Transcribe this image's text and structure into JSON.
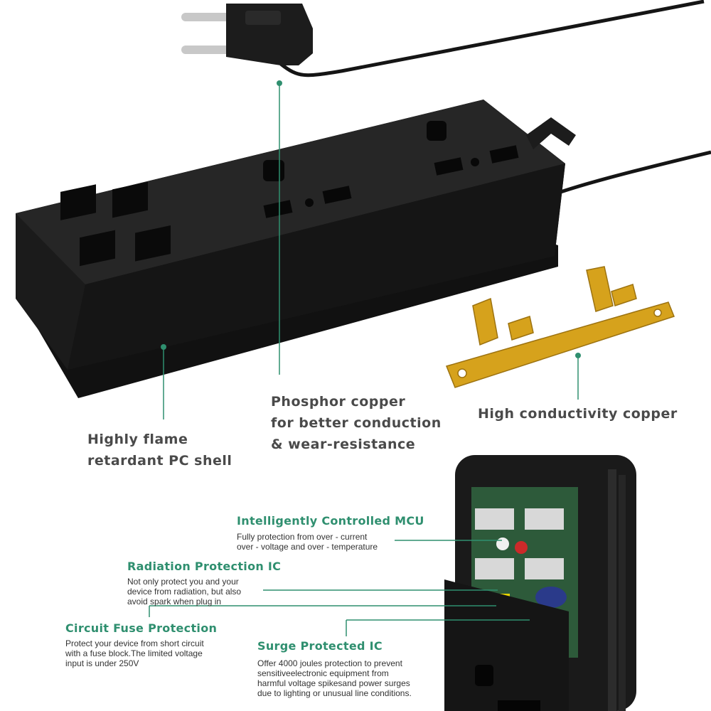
{
  "callouts": {
    "shell": {
      "lines": [
        "Highly flame",
        "retardant PC shell"
      ]
    },
    "phosphor": {
      "lines": [
        "Phosphor copper",
        "for better conduction",
        "& wear-resistance"
      ]
    },
    "copper": {
      "title": "High conductivity copper"
    },
    "mcu": {
      "title": "Intelligently Controlled MCU",
      "desc": [
        "Fully protection from over - current",
        "over - voltage and over - temperature"
      ]
    },
    "radiation": {
      "title": "Radiation Protection IC",
      "desc": [
        "Not only protect you and your",
        "device from radiation, but also",
        "avoid spark when plug in"
      ]
    },
    "fuse": {
      "title": "Circuit Fuse Protection",
      "desc": [
        "Protect your device from short circuit",
        "with a fuse block.The limited voltage",
        "input is under 250V"
      ]
    },
    "surge": {
      "title": "Surge Protected IC",
      "desc": [
        "Offer 4000 joules protection to prevent",
        "sensitiveelectronic equipment from",
        "harmful voltage spikesand power surges",
        "due to lighting or unusual line conditions."
      ]
    }
  },
  "colors": {
    "accent": "#2f8f6f",
    "text": "#4a4a4a",
    "device": "#1a1a1a",
    "copper": "#d4a017"
  }
}
